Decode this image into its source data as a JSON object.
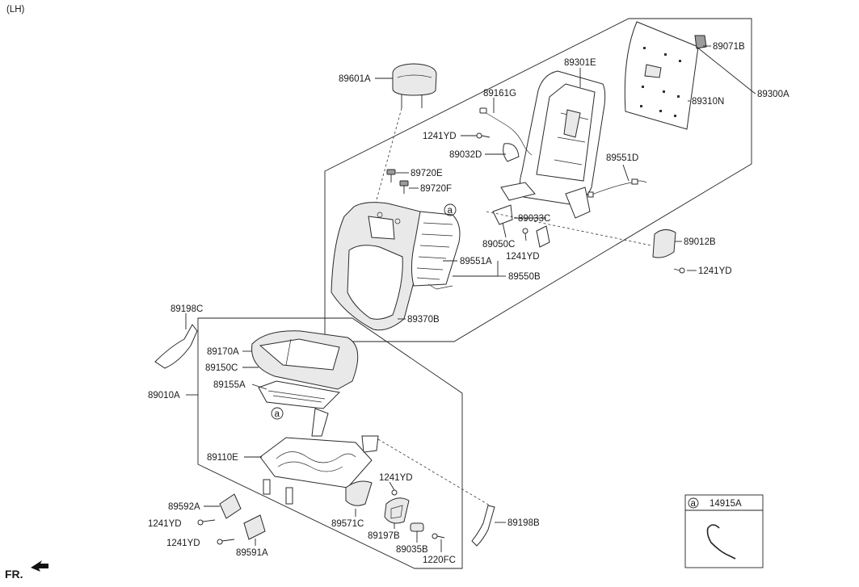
{
  "side_label": "(LH)",
  "front_label": "FR.",
  "parts": {
    "p89601A": "89601A",
    "p89720E": "89720E",
    "p89720F": "89720F",
    "p89161G": "89161G",
    "p1241YD_a": "1241YD",
    "p89032D": "89032D",
    "p89301E": "89301E",
    "p89071B": "89071B",
    "p89310N": "89310N",
    "p89300A": "89300A",
    "p89551D": "89551D",
    "p89033C": "89033C",
    "p89050C": "89050C",
    "p1241YD_b": "1241YD",
    "p89012B": "89012B",
    "p1241YD_c": "1241YD",
    "p89551A": "89551A",
    "p89550B": "89550B",
    "p89370B": "89370B",
    "p89198C": "89198C",
    "p89170A": "89170A",
    "p89150C": "89150C",
    "p89155A": "89155A",
    "p89010A": "89010A",
    "p89110E": "89110E",
    "p1241YD_d": "1241YD",
    "p89592A": "89592A",
    "p1241YD_e": "1241YD",
    "p1241YD_f": "1241YD",
    "p89591A": "89591A",
    "p89571C": "89571C",
    "p89197B": "89197B",
    "p89035B": "89035B",
    "p1220FC": "1220FC",
    "p89198B": "89198B"
  },
  "callout_marker": "a",
  "inset": {
    "marker": "a",
    "part": "14915A"
  }
}
